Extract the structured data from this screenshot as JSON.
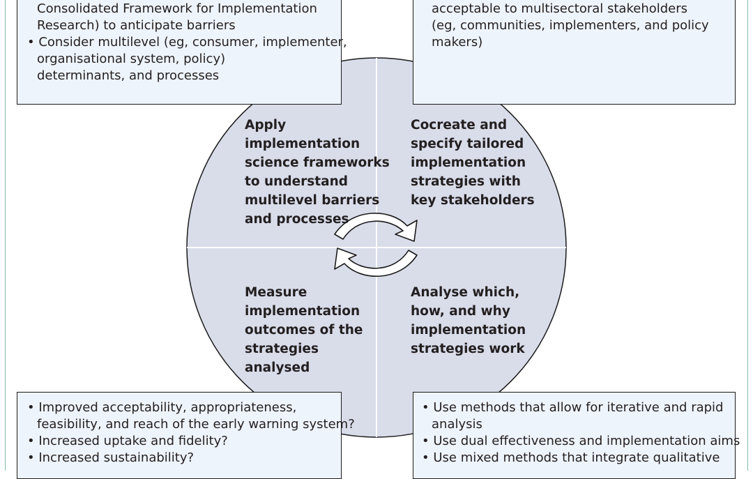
{
  "colors": {
    "circle_fill": "#d9dce9",
    "box_fill": "#eef4fb",
    "frame_line": "#7fb8a8",
    "text": "#231f20"
  },
  "quadrants": {
    "top_left": {
      "lines": [
        "Apply",
        "implementation",
        "science frameworks",
        "to understand",
        "multilevel barriers",
        "and processes"
      ]
    },
    "top_right": {
      "lines": [
        "Cocreate and",
        "specify tailored",
        "implementation",
        "strategies with",
        "key stakeholders"
      ]
    },
    "bottom_left": {
      "lines": [
        "Measure",
        "implementation",
        "outcomes of the",
        "strategies",
        "analysed"
      ]
    },
    "bottom_right": {
      "lines": [
        "Analyse which,",
        "how, and why",
        "implementation",
        "strategies work"
      ]
    }
  },
  "boxes": {
    "top_left": {
      "lines": [
        "Consolidated Framework for Implementation",
        "Research) to anticipate barriers",
        "• Consider multilevel (eg, consumer, implementer,",
        "organisational system, policy)",
        "determinants, and processes"
      ]
    },
    "top_right": {
      "lines": [
        "acceptable to multisectoral stakeholders",
        "(eg, communities, implementers, and policy",
        "makers)"
      ]
    },
    "bottom_left": {
      "lines": [
        "• Improved acceptability, appropriateness,",
        "feasibility, and reach of the early warning system?",
        "• Increased uptake and fidelity?",
        "• Increased sustainability?"
      ]
    },
    "bottom_right": {
      "lines": [
        "• Use methods that allow for iterative and rapid",
        "analysis",
        "• Use dual effectiveness and implementation aims",
        "• Use mixed methods that integrate qualitative"
      ]
    }
  }
}
